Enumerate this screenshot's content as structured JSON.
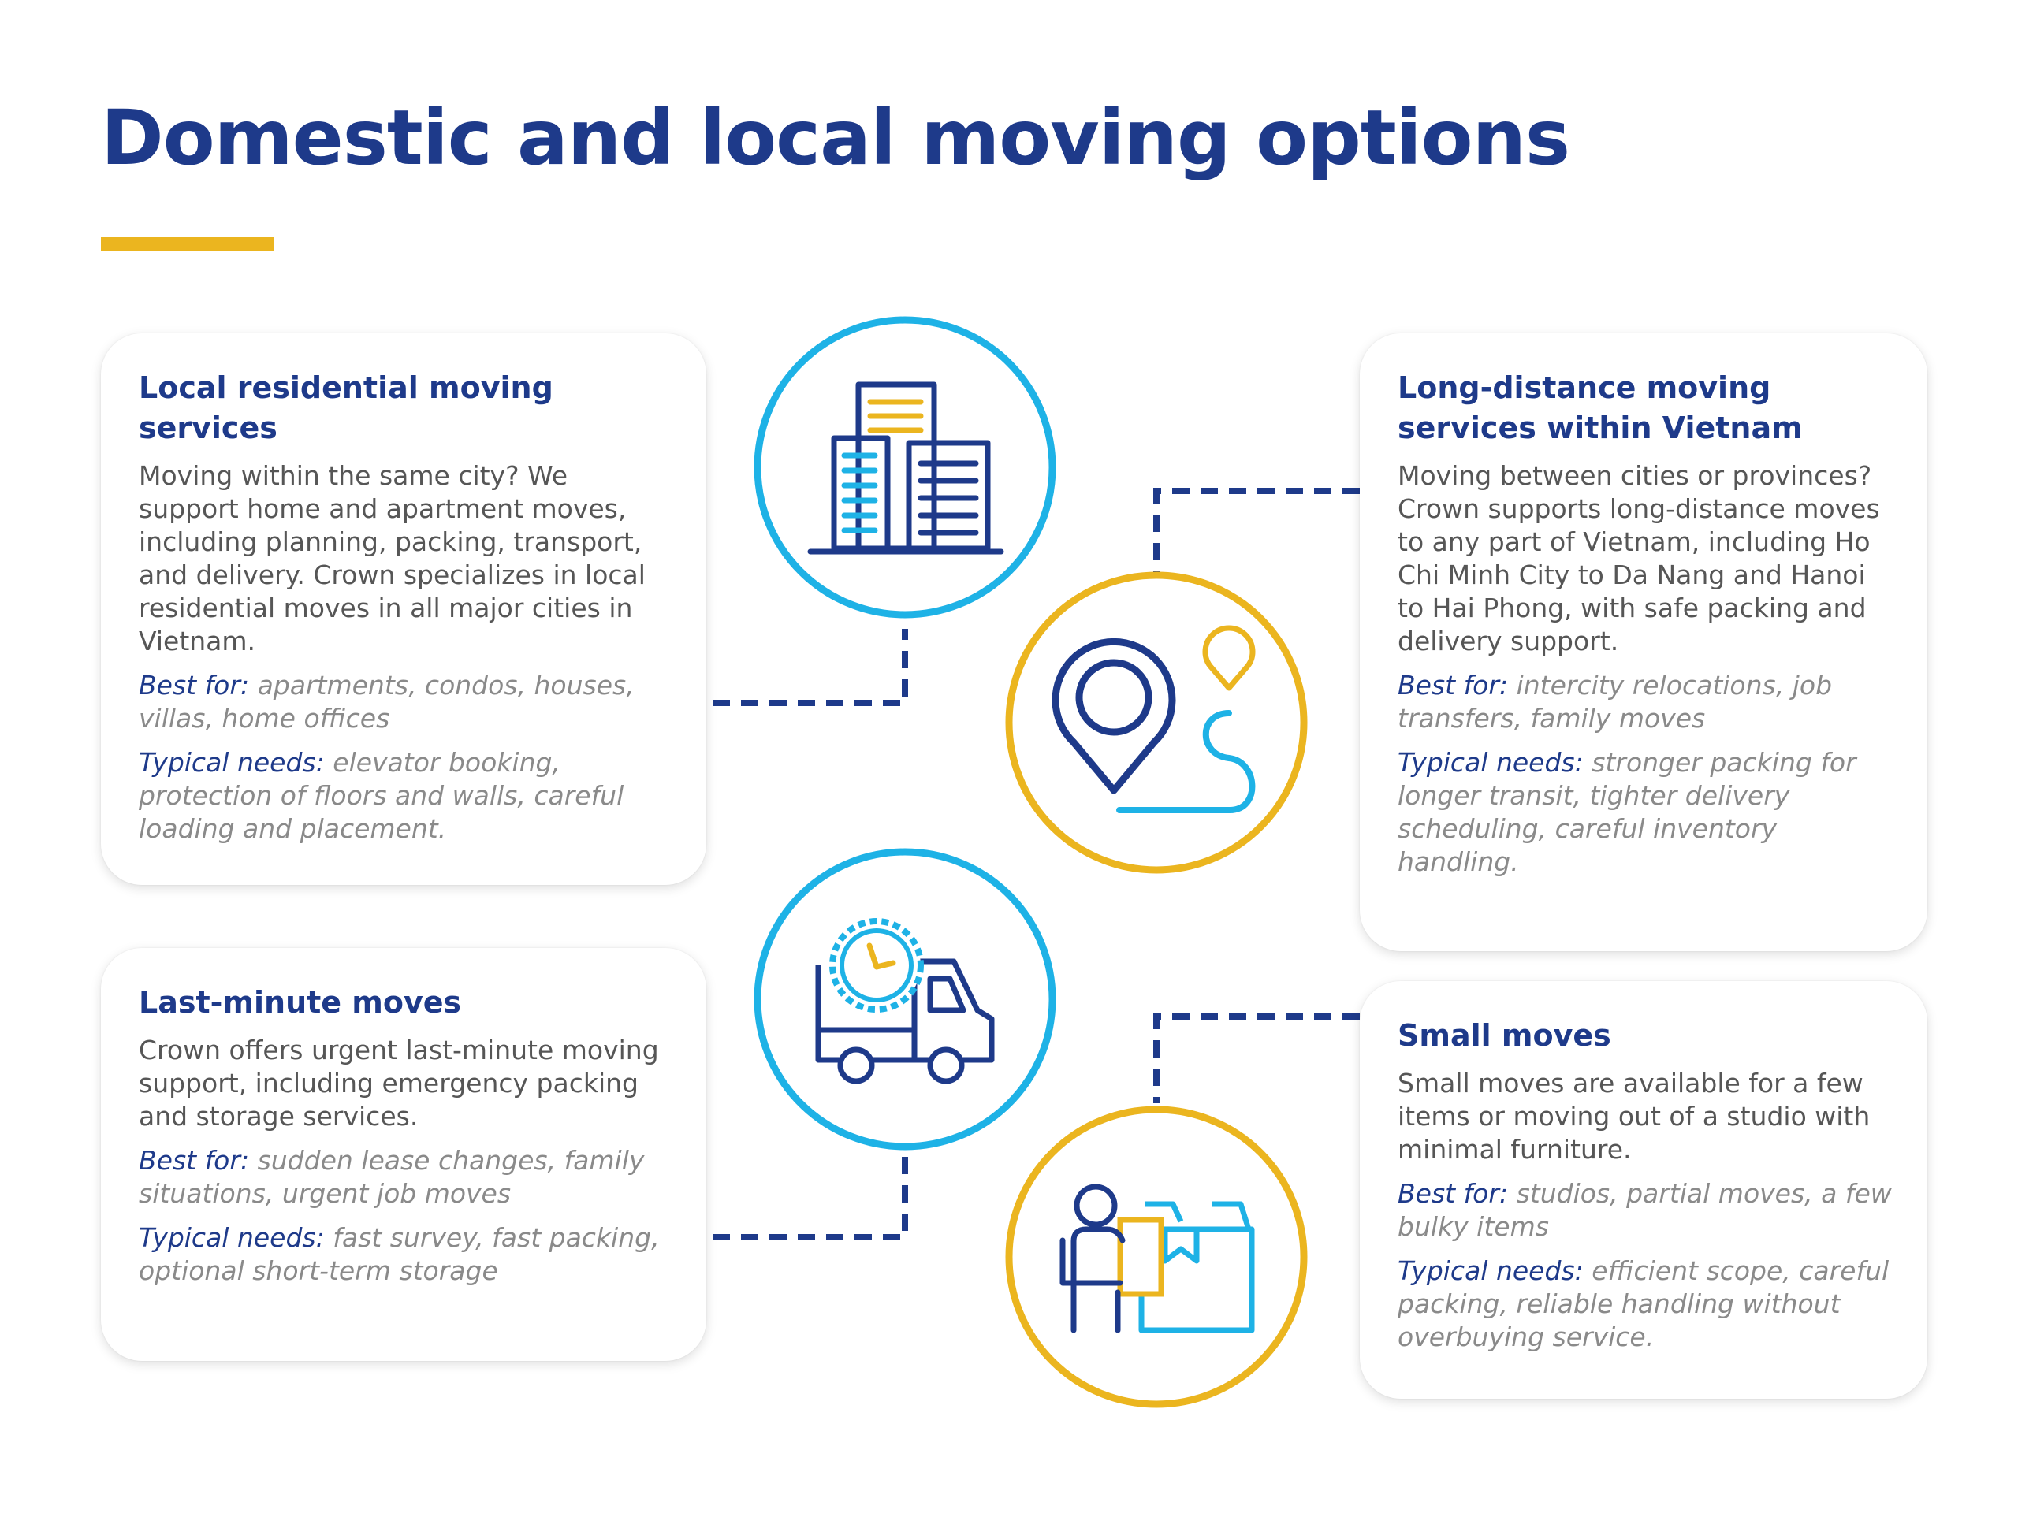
{
  "title": "Domestic and local moving options",
  "colors": {
    "navy": "#1e3a8a",
    "cyan": "#1eb2e6",
    "gold": "#ebb51f",
    "text": "#565656",
    "muted": "#8a8a8a"
  },
  "cards": {
    "local": {
      "title": "Local residential moving services",
      "description": "Moving within the same city? We support home and apartment moves, including planning, packing, transport, and delivery. Crown specializes in local residential moves in all major cities in Vietnam.",
      "best_for_label": "Best for:",
      "best_for": "apartments, condos, houses, villas, home offices",
      "typical_needs_label": "Typical needs:",
      "typical_needs": "elevator booking, protection of floors and walls, careful loading and placement."
    },
    "long_distance": {
      "title": "Long-distance moving services within Vietnam",
      "description": "Moving between cities or provinces? Crown supports long-distance moves to any part of Vietnam, including Ho Chi Minh City to Da Nang and Hanoi to Hai Phong, with safe packing and delivery support.",
      "best_for_label": "Best for:",
      "best_for": "intercity relocations, job transfers, family moves",
      "typical_needs_label": "Typical needs:",
      "typical_needs": "stronger packing for longer transit, tighter delivery scheduling, careful inventory handling."
    },
    "last_minute": {
      "title": "Last-minute moves",
      "description": "Crown offers urgent last-minute moving support, including emergency packing and storage services.",
      "best_for_label": "Best for:",
      "best_for": "sudden lease changes, family situations, urgent job moves",
      "typical_needs_label": "Typical needs:",
      "typical_needs": "fast survey, fast packing, optional short-term storage"
    },
    "small": {
      "title": "Small moves",
      "description": "Small moves are available for a few items or moving out of a studio with minimal furniture.",
      "best_for_label": "Best for:",
      "best_for": "studios, partial moves, a few bulky items",
      "typical_needs_label": "Typical needs:",
      "typical_needs": "efficient scope, careful packing, reliable handling without overbuying service."
    }
  },
  "icons": {
    "local": "city-buildings-icon",
    "long_distance": "map-pin-route-icon",
    "last_minute": "delivery-truck-clock-icon",
    "small": "person-with-boxes-icon"
  }
}
